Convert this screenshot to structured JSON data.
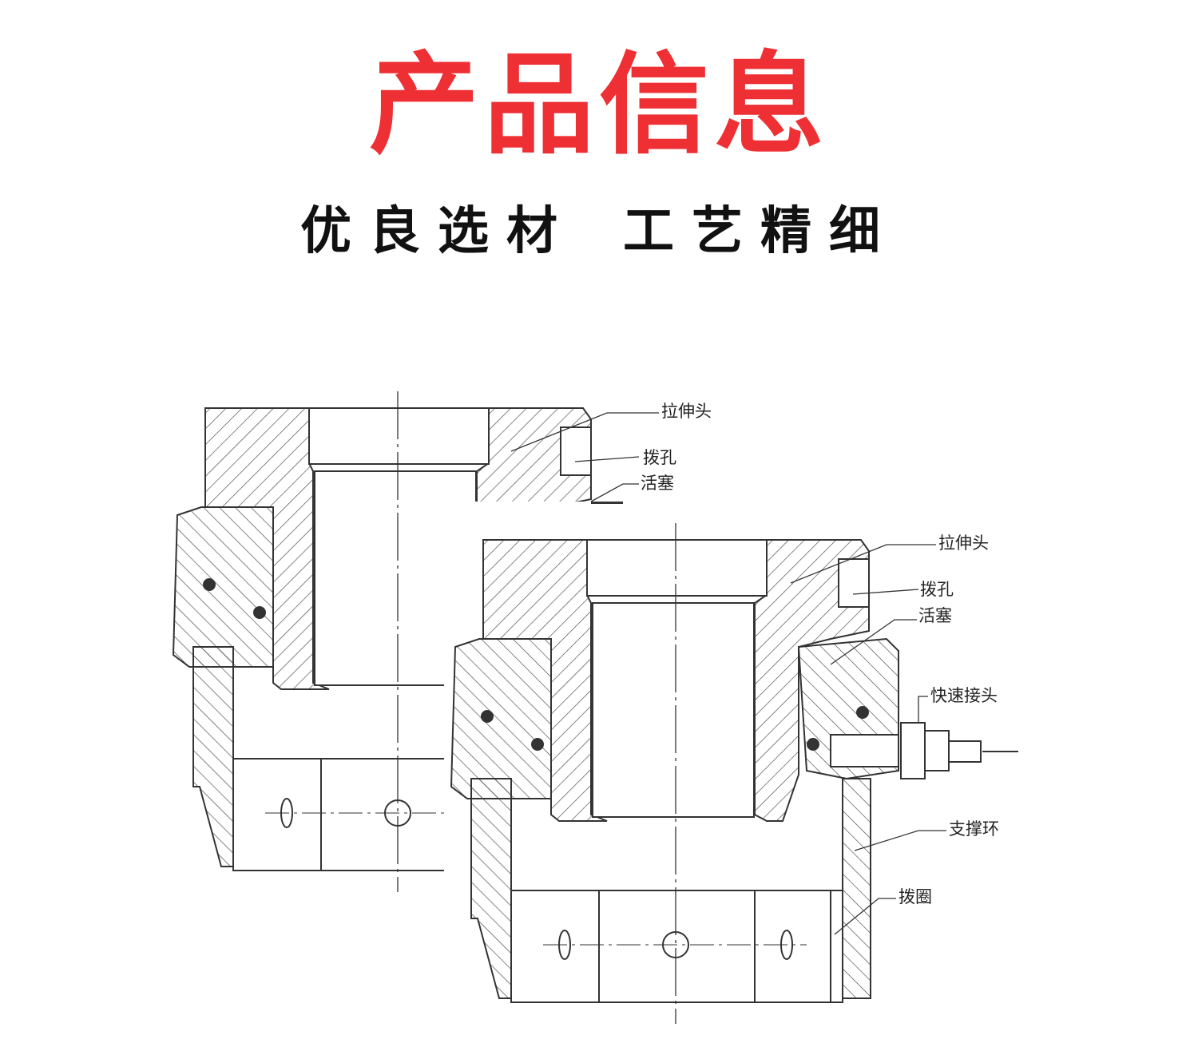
{
  "header": {
    "title": "产品信息",
    "subtitle_left": "优良选材",
    "subtitle_right": "工艺精细"
  },
  "diagram_back": {
    "labels": [
      "拉伸头",
      "拨孔",
      "活塞"
    ]
  },
  "diagram_front": {
    "labels": [
      "拉伸头",
      "拨孔",
      "活塞",
      "快速接头",
      "支撑环",
      "拨圈"
    ]
  },
  "colors": {
    "title": "#ee2f33",
    "line": "#333333"
  }
}
